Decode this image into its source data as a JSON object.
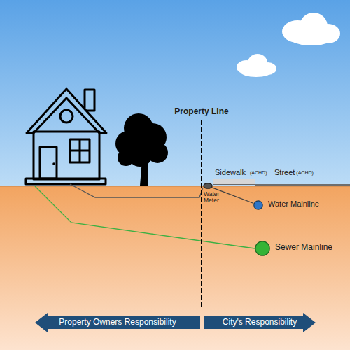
{
  "diagram": {
    "nodes": [
      {
        "text": [
          "Sidewalk",
          "(ACHD)"
        ]
      },
      {
        "text": [
          "Water Meter"
        ]
      },
      {
        "text": [
          "Water Mainline"
        ]
      },
      {
        "text": [
          "Sewer Mainline"
        ]
      },
      {
        "text": [
          "Property Owners Responsibility"
        ]
      },
      {
        "text": [
          "City's Responsibility"
        ]
      }
    ],
    "edges": [
      {
        "from": 1,
        "to": 2,
        "arrow": "none"
      }
    ],
    "labels": [
      "Property Line",
      "Street",
      "(ACHD)"
    ]
  }
}
